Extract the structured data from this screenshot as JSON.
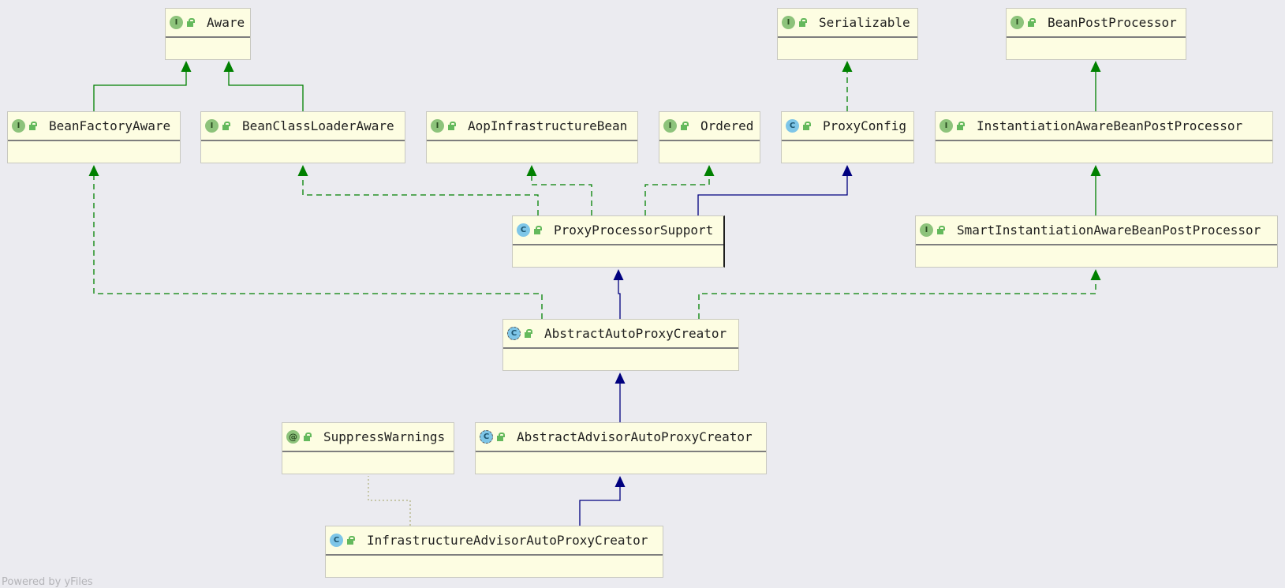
{
  "diagram": {
    "type": "uml-class-hierarchy",
    "colors": {
      "background": "#ebebf0",
      "node_fill": "#fdfde2",
      "node_border": "#c8c8c0",
      "extends_edge": "#00007f",
      "implements_edge": "#008000",
      "interface_extends_edge": "#008000",
      "annotation_edge": "#a0a060"
    },
    "kind_symbols": {
      "interface": "I",
      "class": "C",
      "abstract": "C",
      "annotation": "@"
    },
    "nodes": [
      {
        "id": "aware",
        "name": "Aware",
        "kind": "interface",
        "icon": "interface-icon"
      },
      {
        "id": "serializable",
        "name": "Serializable",
        "kind": "interface",
        "icon": "interface-icon"
      },
      {
        "id": "beanpostprocessor",
        "name": "BeanPostProcessor",
        "kind": "interface",
        "icon": "interface-icon"
      },
      {
        "id": "beanfactoryaware",
        "name": "BeanFactoryAware",
        "kind": "interface",
        "icon": "interface-icon"
      },
      {
        "id": "beanclassloaderaware",
        "name": "BeanClassLoaderAware",
        "kind": "interface",
        "icon": "interface-icon"
      },
      {
        "id": "aopinfrastructurebean",
        "name": "AopInfrastructureBean",
        "kind": "interface",
        "icon": "interface-icon"
      },
      {
        "id": "ordered",
        "name": "Ordered",
        "kind": "interface",
        "icon": "interface-icon"
      },
      {
        "id": "proxyconfig",
        "name": "ProxyConfig",
        "kind": "class",
        "icon": "class-icon"
      },
      {
        "id": "instantiationaware",
        "name": "InstantiationAwareBeanPostProcessor",
        "kind": "interface",
        "icon": "interface-icon"
      },
      {
        "id": "proxyprocessorsupport",
        "name": "ProxyProcessorSupport",
        "kind": "class",
        "icon": "class-icon"
      },
      {
        "id": "smartinstantiationaware",
        "name": "SmartInstantiationAwareBeanPostProcessor",
        "kind": "interface",
        "icon": "interface-icon"
      },
      {
        "id": "abstractautoproxycreator",
        "name": "AbstractAutoProxyCreator",
        "kind": "abstract",
        "icon": "abstract-class-icon"
      },
      {
        "id": "suppresswarnings",
        "name": "SuppressWarnings",
        "kind": "annotation",
        "icon": "annotation-icon"
      },
      {
        "id": "abstractadvisorautoproxycreator",
        "name": "AbstractAdvisorAutoProxyCreator",
        "kind": "abstract",
        "icon": "abstract-class-icon"
      },
      {
        "id": "infrastructureadvisorautoproxycreator",
        "name": "InfrastructureAdvisorAutoProxyCreator",
        "kind": "class",
        "icon": "class-icon"
      }
    ],
    "edges": [
      {
        "from": "beanfactoryaware",
        "to": "aware",
        "type": "interface_extends"
      },
      {
        "from": "beanclassloaderaware",
        "to": "aware",
        "type": "interface_extends"
      },
      {
        "from": "proxyconfig",
        "to": "serializable",
        "type": "implements"
      },
      {
        "from": "instantiationaware",
        "to": "beanpostprocessor",
        "type": "interface_extends"
      },
      {
        "from": "smartinstantiationaware",
        "to": "instantiationaware",
        "type": "interface_extends"
      },
      {
        "from": "proxyprocessorsupport",
        "to": "beanclassloaderaware",
        "type": "implements"
      },
      {
        "from": "proxyprocessorsupport",
        "to": "aopinfrastructurebean",
        "type": "implements"
      },
      {
        "from": "proxyprocessorsupport",
        "to": "ordered",
        "type": "implements"
      },
      {
        "from": "proxyprocessorsupport",
        "to": "proxyconfig",
        "type": "extends"
      },
      {
        "from": "abstractautoproxycreator",
        "to": "beanfactoryaware",
        "type": "implements"
      },
      {
        "from": "abstractautoproxycreator",
        "to": "proxyprocessorsupport",
        "type": "extends"
      },
      {
        "from": "abstractautoproxycreator",
        "to": "smartinstantiationaware",
        "type": "implements"
      },
      {
        "from": "abstractadvisorautoproxycreator",
        "to": "abstractautoproxycreator",
        "type": "extends"
      },
      {
        "from": "infrastructureadvisorautoproxycreator",
        "to": "abstractadvisorautoproxycreator",
        "type": "extends"
      },
      {
        "from": "infrastructureadvisorautoproxycreator",
        "to": "suppresswarnings",
        "type": "annotated_by"
      }
    ]
  },
  "footer": {
    "watermark": "Powered by yFiles"
  }
}
